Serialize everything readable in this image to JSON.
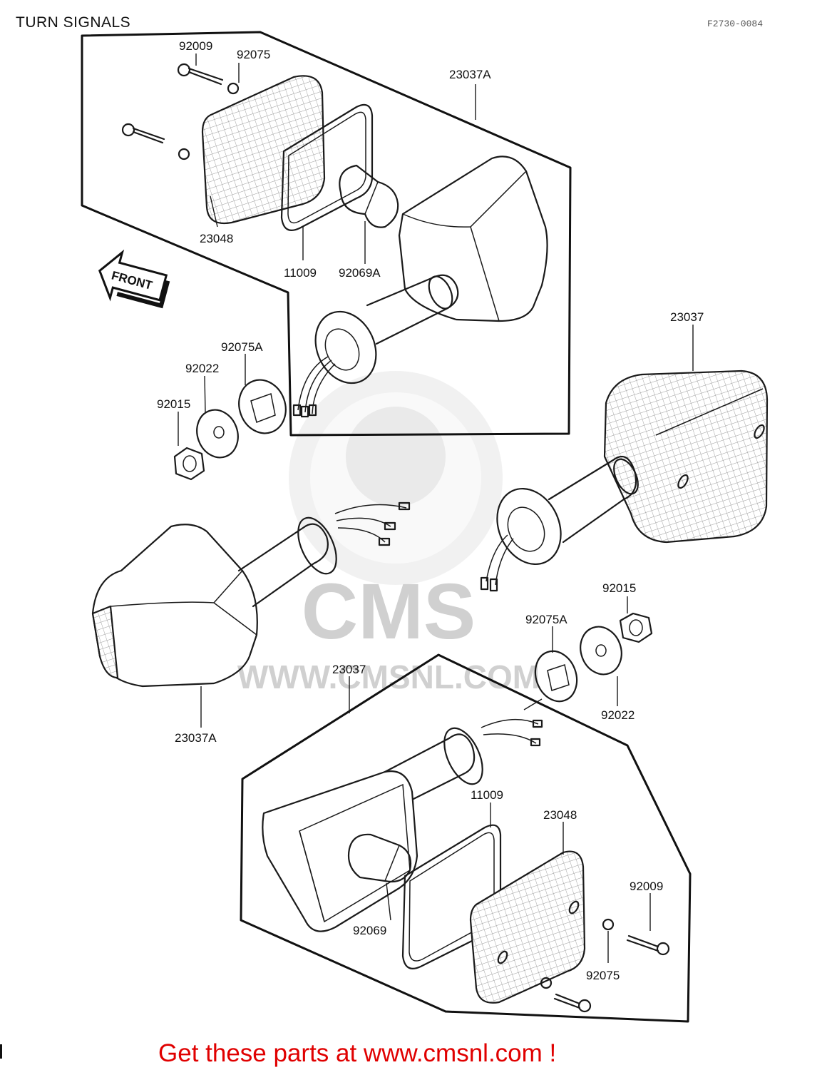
{
  "header": {
    "title": "TURN SIGNALS",
    "figure_code": "F2730-0084"
  },
  "watermark": {
    "brand": "CMS",
    "site": "WWW.CMSNL.COM"
  },
  "orientation": {
    "label": "FRONT"
  },
  "labels": {
    "top_92009": "92009",
    "top_92075": "92075",
    "top_23037A": "23037A",
    "top_23048": "23048",
    "top_11009": "11009",
    "top_92069A": "92069A",
    "left_92075A": "92075A",
    "left_92022": "92022",
    "left_92015": "92015",
    "right_23037": "23037",
    "right_92015": "92015",
    "right_92075A": "92075A",
    "right_92022": "92022",
    "mid_23037A": "23037A",
    "bottom_23037": "23037",
    "bottom_11009": "11009",
    "bottom_23048": "23048",
    "bottom_92009": "92009",
    "bottom_92069": "92069",
    "bottom_92075": "92075"
  },
  "footer": {
    "promo": "Get these parts at www.cmsnl.com !"
  }
}
